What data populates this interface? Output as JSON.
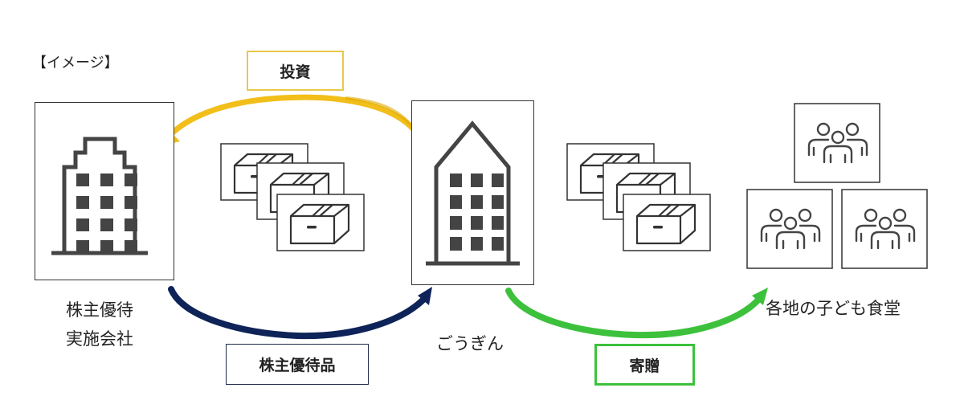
{
  "title": "【イメージ】",
  "nodes": {
    "company": {
      "label_lines": [
        "株主優待",
        "実施会社"
      ],
      "icon": "office-building-icon"
    },
    "bank": {
      "label": "ごうぎん",
      "icon": "bank-building-icon"
    },
    "cafeterias": {
      "label": "各地の子ども食堂",
      "icon": "people-group-icon",
      "count": 3
    }
  },
  "flows": {
    "investment": {
      "label": "投資",
      "color": "#F2BE1A",
      "from": "ごうぎん",
      "to": "株主優待実施会社"
    },
    "benefits": {
      "label": "株主優待品",
      "color": "#0E2358",
      "from": "株主優待実施会社",
      "to": "ごうぎん"
    },
    "donation": {
      "label": "寄贈",
      "color": "#3DC13C",
      "from": "ごうぎん",
      "to": "各地の子ども食堂"
    }
  },
  "goods_icon": "cardboard-box-icon"
}
